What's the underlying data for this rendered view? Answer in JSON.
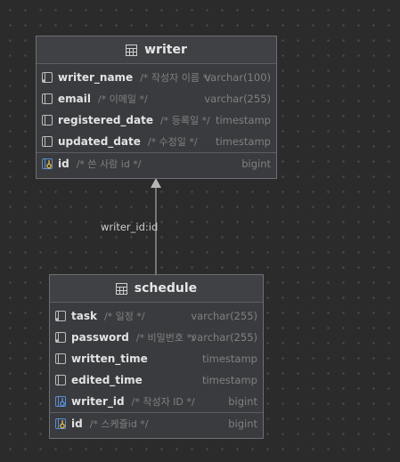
{
  "tables": [
    {
      "name": "writer",
      "columns": [
        {
          "name": "writer_name",
          "comment": "/* 작성자 이름 */",
          "type": "varchar(100)",
          "icon": "column-notnull-icon"
        },
        {
          "name": "email",
          "comment": "/* 이메일 */",
          "type": "varchar(255)",
          "icon": "column-icon"
        },
        {
          "name": "registered_date",
          "comment": "/* 등록일 */",
          "type": "timestamp",
          "icon": "column-icon"
        },
        {
          "name": "updated_date",
          "comment": "/* 수정일 */",
          "type": "timestamp",
          "icon": "column-icon"
        }
      ],
      "keys": [
        {
          "name": "id",
          "comment": "/* 쓴 사람 id */",
          "type": "bigint",
          "icon": "primary-key-icon"
        }
      ]
    },
    {
      "name": "schedule",
      "columns": [
        {
          "name": "task",
          "comment": "/* 일정 */",
          "type": "varchar(255)",
          "icon": "column-notnull-icon"
        },
        {
          "name": "password",
          "comment": "/* 비밀번호 */",
          "type": "varchar(255)",
          "icon": "column-notnull-icon"
        },
        {
          "name": "written_time",
          "comment": "",
          "type": "timestamp",
          "icon": "column-icon"
        },
        {
          "name": "edited_time",
          "comment": "",
          "type": "timestamp",
          "icon": "column-icon"
        },
        {
          "name": "writer_id",
          "comment": "/* 작성자 ID */",
          "type": "bigint",
          "icon": "foreign-key-icon"
        }
      ],
      "keys": [
        {
          "name": "id",
          "comment": "/* 스케쥴id */",
          "type": "bigint",
          "icon": "primary-key-icon"
        }
      ]
    }
  ],
  "relation_label": "writer_id:id"
}
